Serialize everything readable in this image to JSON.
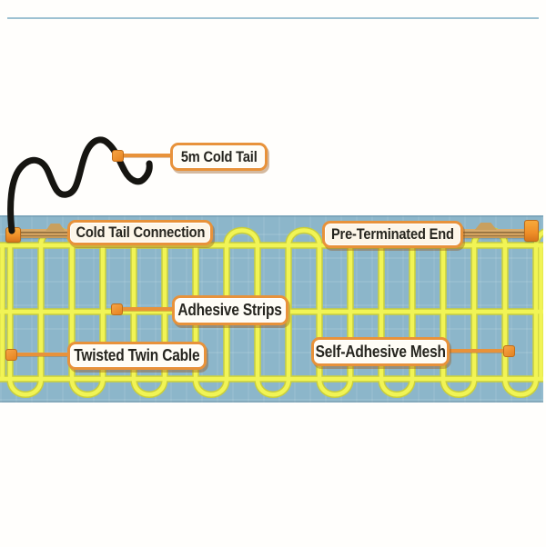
{
  "diagram": {
    "labels": {
      "cold_tail": "5m Cold Tail",
      "cold_tail_connection": "Cold Tail Connection",
      "pre_terminated_end": "Pre-Terminated End",
      "adhesive_strips": "Adhesive Strips",
      "twisted_twin_cable": "Twisted Twin Cable",
      "self_adhesive_mesh": "Self-Adhesive Mesh"
    }
  },
  "colors": {
    "mat_blue": "#8cb6ca",
    "cable_yellow": "#f1f455",
    "cable_yellow_edge": "#c9ce3c",
    "accent_orange": "#e8923a",
    "cold_tail_black": "#161511",
    "label_bg": "#fffdf6",
    "label_text": "#26251f",
    "strip_tan": "#cf9f5f"
  }
}
